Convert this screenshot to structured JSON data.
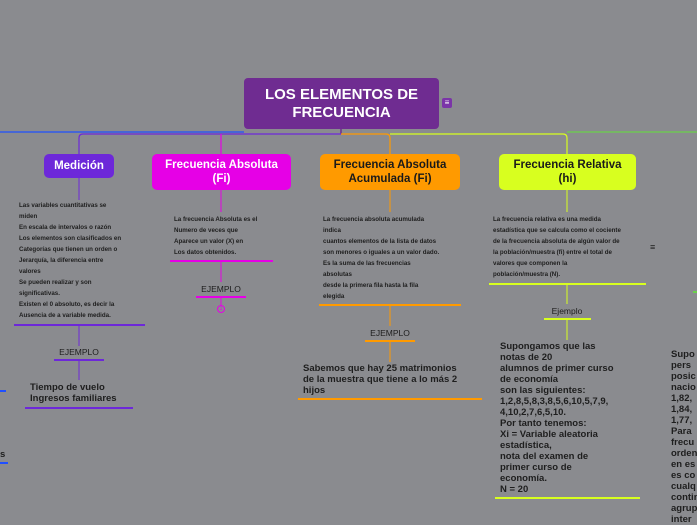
{
  "root": {
    "title": "LOS ELEMENTOS DE\nFRECUENCIA"
  },
  "colors": {
    "background": "#8a8b8f",
    "root": "#6f2c91",
    "medicion": "#6d28d9",
    "absoluta": "#e600e6",
    "acumulada": "#ff9a00",
    "relativa": "#d8ff1f",
    "blue": "#1f4fff",
    "green": "#6ad14a"
  },
  "topics": {
    "medicion": {
      "label": "Medición",
      "body": "Las variables cuantitativas se\nmiden\nEn escala de intervalos o razón\nLos elementos son clasificados en\nCategorías que tienen un orden o\nJerarquía, la diferencia entre\nvalores\nSe pueden realizar y son\nsignificativas.\nExisten el 0 absoluto, es decir la\n Ausencia de a variable medida.",
      "example_label": "EJEMPLO",
      "example": "Tiempo de vuelo\nIngresos familiares"
    },
    "absoluta": {
      "label": "Frecuencia Absoluta\n(Fi)",
      "body": "La frecuencia Absoluta es el\nNumero de veces que\nAparece un valor (X) en\nLos datos obtenidos.",
      "example_label": "EJEMPLO",
      "circle": "1"
    },
    "acumulada": {
      "label": "Frecuencia Absoluta\nAcumulada (Fi)",
      "body": "La frecuencia absoluta acumulada\nindica\n cuantos elementos de la lista de datos\nson menores o iguales a un valor dado.\n Es la suma de las frecuencias\nabsolutas\n desde la primera fila hasta la fila\nelegida",
      "example_label": "EJEMPLO",
      "example": "Sabemos que hay 25 matrimonios\nde la muestra que tiene a lo más 2\nhijos"
    },
    "relativa": {
      "label": "Frecuencia Relativa\n(hi)",
      "body": "La frecuencia relativa es una medida\nestadística que se calcula como el cociente\nde la frecuencia absoluta de algún valor de\nla población/muestra (fi) entre el total de\nvalores que componen la\npoblación/muestra (N).",
      "example_label": "Ejemplo",
      "example": "Supongamos que las\nnotas de 20\nalumnos de primer curso\nde economía\nson las siguientes:\n1,2,8,5,8,3,8,5,6,10,5,7,9,\n4,10,2,7,6,5,10.\nPor tanto tenemos:\nXi = Variable aleatoria\nestadística,\nnota del examen de\nprimer curso de\neconomía.\nN = 20"
    },
    "cutoff_right": "Supo\npers\nposic\nnacio\n1,82,\n1,84,\n1,77,\nPara\nfrecu\norden\nen es\nes co\ncualq\ncontin\nagrup\ninter",
    "cutoff_left": "s"
  }
}
